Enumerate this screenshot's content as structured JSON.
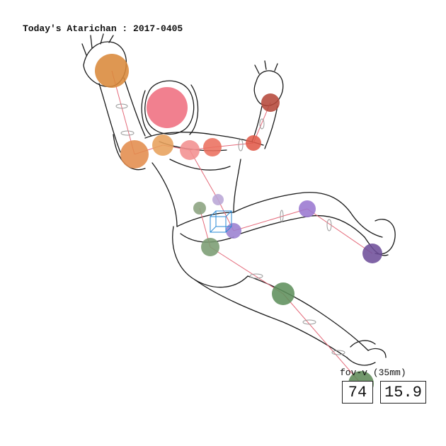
{
  "header": {
    "title": "Today's Atarichan : 2017-0405"
  },
  "camera": {
    "fov_label": "fov-v",
    "lens_label": "(35mm)",
    "fov_value": "74",
    "lens_value": "15.9"
  },
  "joints": [
    {
      "name": "left-hand",
      "color": "#d9893a"
    },
    {
      "name": "head",
      "color": "#ef6e7f"
    },
    {
      "name": "right-hand",
      "color": "#b5483a"
    },
    {
      "name": "left-elbow",
      "color": "#e38c4c"
    },
    {
      "name": "left-shoulder",
      "color": "#e7a15b"
    },
    {
      "name": "neck",
      "color": "#f29090"
    },
    {
      "name": "right-shoulder",
      "color": "#ea705e"
    },
    {
      "name": "right-elbow",
      "color": "#e05a49"
    },
    {
      "name": "spine",
      "color": "#b9a6d6"
    },
    {
      "name": "left-hip",
      "color": "#8aa27e"
    },
    {
      "name": "pelvis",
      "color": "#9a7fd0"
    },
    {
      "name": "right-knee",
      "color": "#9a78d0"
    },
    {
      "name": "right-foot",
      "color": "#6e4f9a"
    },
    {
      "name": "left-thigh",
      "color": "#7a9c72"
    },
    {
      "name": "left-knee",
      "color": "#5f8f5c"
    },
    {
      "name": "left-foot",
      "color": "#5f8a58"
    }
  ],
  "colors": {
    "bone_line": "#e46a7a",
    "cube": "#2a8ad6",
    "sketch": "#1a1a1a"
  }
}
